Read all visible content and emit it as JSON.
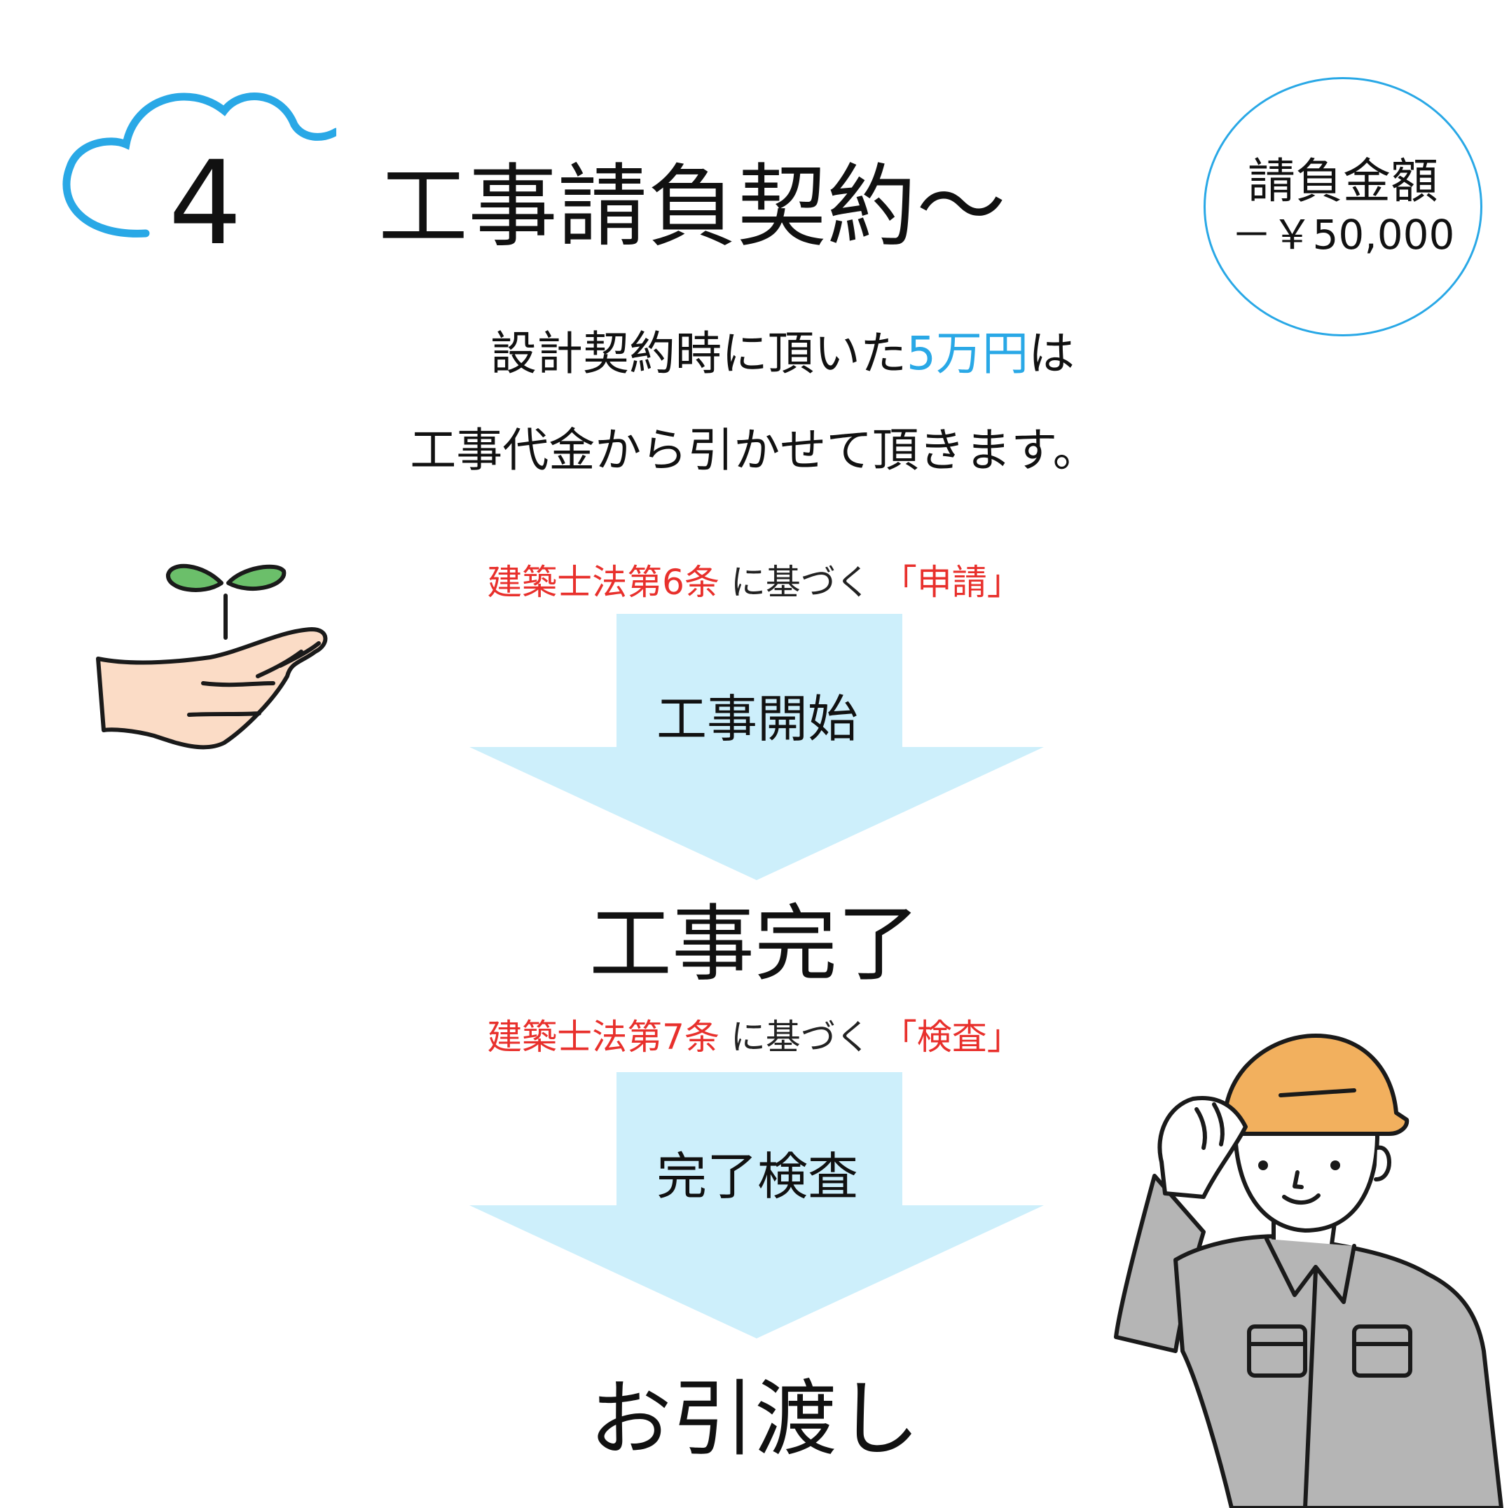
{
  "header": {
    "step_number": "4",
    "title": "工事請負契約～"
  },
  "badge": {
    "label": "請負金額",
    "value": "－￥50,000"
  },
  "intro": {
    "line1_prefix": "設計契約時に頂いた",
    "line1_highlight": "5万円",
    "line1_suffix": "は",
    "line2": "工事代金から引かせて頂きます。"
  },
  "flow": {
    "note1": {
      "law": "建築士法第6条",
      "connector": "に基づく",
      "action": "「申請」"
    },
    "arrow1_label": "工事開始",
    "step1": "工事完了",
    "note2": {
      "law": "建築士法第7条",
      "connector": "に基づく",
      "action": "「検査」"
    },
    "arrow2_label": "完了検査",
    "step2": "お引渡し"
  },
  "icons": {
    "cloud": "cloud-icon",
    "sprout": "sprout-in-hand-icon",
    "worker": "construction-worker-icon"
  },
  "colors": {
    "accent_blue": "#29a8e6",
    "law_red": "#e8302c",
    "arrow_fill": "#cdeffb",
    "helmet": "#f2b05e",
    "uniform": "#b5b5b5",
    "leaf": "#6bbf6a",
    "skin": "#fbdcc6"
  }
}
